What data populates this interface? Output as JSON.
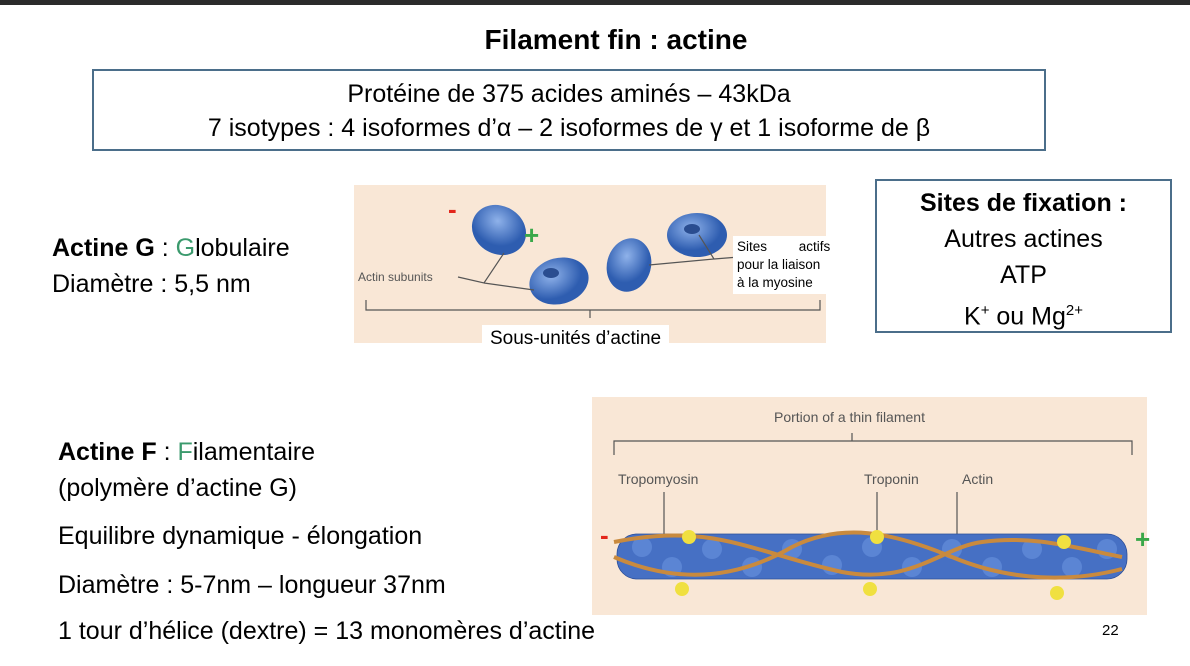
{
  "title": "Filament fin : actine",
  "info_box": {
    "line1": "Protéine de 375 acides aminés – 43kDa",
    "line2": "7 isotypes : 4 isoformes d’α – 2 isoformes de γ et 1 isoforme de β"
  },
  "actine_g": {
    "bold": "Actine G",
    "sep": " : ",
    "initial": "G",
    "rest": "lobulaire",
    "diametre": "Diamètre : 5,5 nm"
  },
  "fig_g": {
    "label_subunits": "Actin subunits",
    "sites_line1": "Sites actifs",
    "sites_line2": "pour la liaison",
    "sites_line3": "à la myosine",
    "caption": "Sous-unités d’actine",
    "minus": "-",
    "plus": "+"
  },
  "sites": {
    "title": "Sites de fixation :",
    "items": [
      "Autres actines",
      "ATP"
    ],
    "ions_k": "K",
    "ions_k_sup": "+",
    "ions_mid": " ou Mg",
    "ions_mg_sup": "2+"
  },
  "actine_f": {
    "bold": "Actine F",
    "sep": " : ",
    "initial": "F",
    "rest": "ilamentaire",
    "polymere": "(polymère d’actine G)",
    "equilibre": "Equilibre dynamique - élongation",
    "diametre": "Diamètre : 5-7nm – longueur 37nm",
    "tour": "1 tour d’hélice (dextre) = 13 monomères d’actine"
  },
  "fig_f": {
    "header": "Portion of a thin filament",
    "tropomyosin": "Tropomyosin",
    "troponin": "Troponin",
    "actin": "Actin",
    "minus": "-",
    "plus": "+"
  },
  "page_number": "22",
  "colors": {
    "accent_green": "#3b9a6d",
    "box_border": "#4b6e8a",
    "figure_bg": "#f9e7d6"
  }
}
